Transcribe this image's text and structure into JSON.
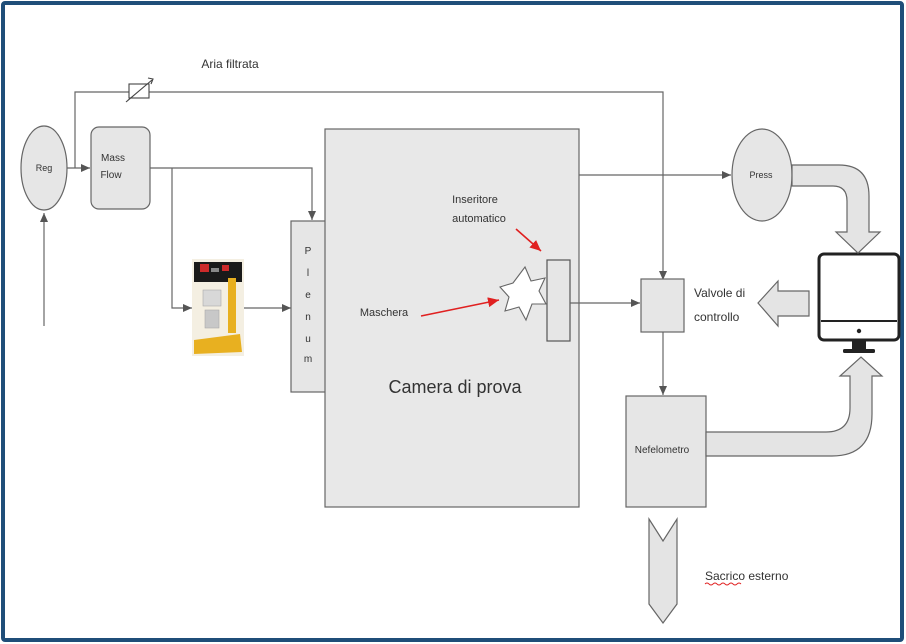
{
  "labels": {
    "reg": "Reg",
    "mass_flow_line1": "Mass",
    "mass_flow_line2": "Flow",
    "aria_filtrata": "Aria filtrata",
    "plenum": [
      "P",
      "l",
      "e",
      "n",
      "u",
      "m"
    ],
    "inseritore_line1": "Inseritore",
    "inseritore_line2": "automatico",
    "maschera": "Maschera",
    "camera": "Camera di prova",
    "press": "Press",
    "valvole_line1": "Valvole di",
    "valvole_line2": "controllo",
    "nefelometro": "Nefelometro",
    "scarico": "Sacrico esterno"
  },
  "colors": {
    "border": "#1f4e79",
    "line": "#666666",
    "box_fill": "#e6e6e6",
    "camera_fill": "#e8e8e8",
    "red_arrow": "#e02020",
    "block_arrow_fill": "#e4e4e4",
    "aerosol_yellow": "#e8b020"
  },
  "icons": {
    "aerosol_generator": "aerosol-generator-image",
    "monitor": "computer-monitor-icon",
    "mask": "star-mask-icon",
    "regulator": "variable-valve-icon"
  }
}
